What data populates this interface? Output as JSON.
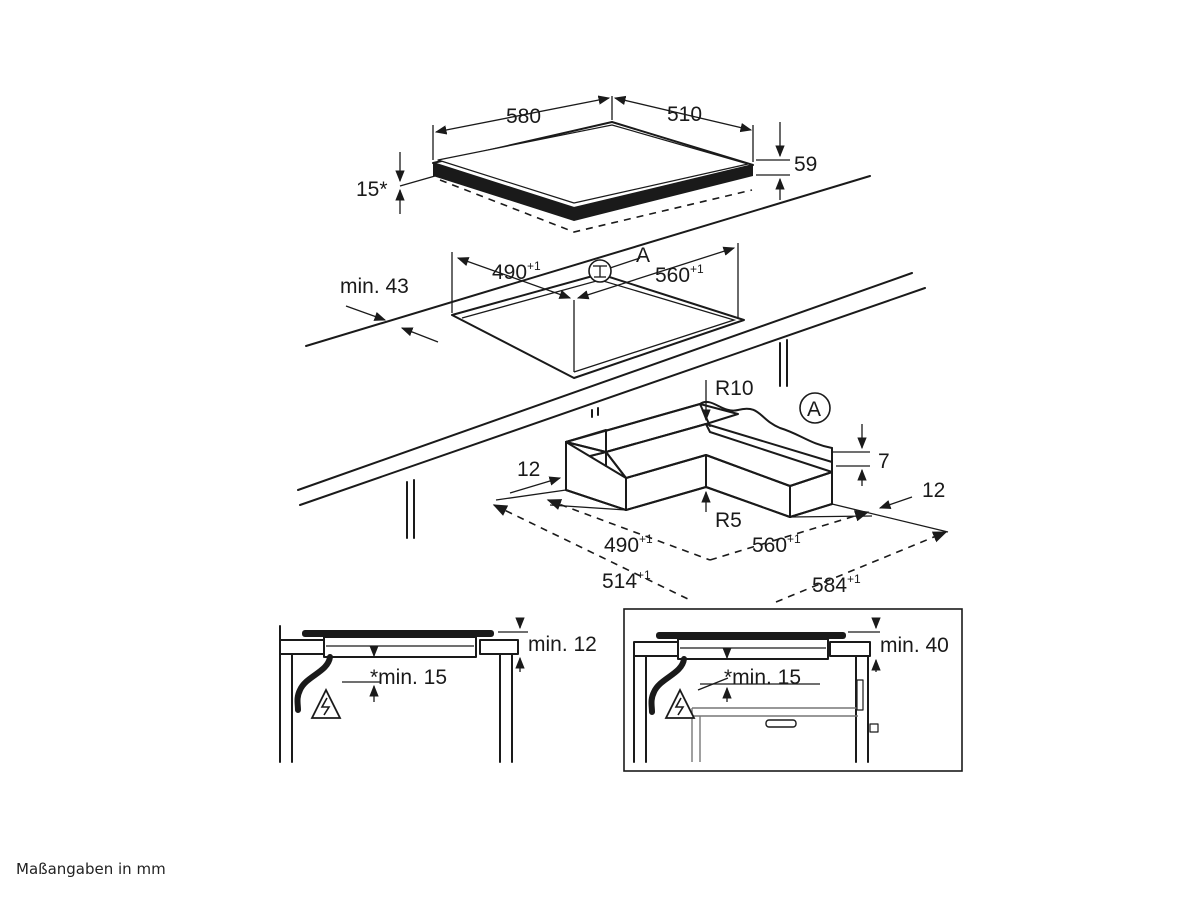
{
  "diagram": {
    "hob": {
      "width_label": "580",
      "depth_label": "510",
      "height_label": "59",
      "glass_label": "15*"
    },
    "cutout": {
      "width_label": "490",
      "width_sup": "+1",
      "depth_label": "560",
      "depth_sup": "+1",
      "edge_label": "min. 43",
      "marker_label": "A"
    },
    "detail_a": {
      "marker_label": "A",
      "radius_outer_label": "R10",
      "radius_inner_label": "R5",
      "step_label": "7",
      "ledge_left_label": "12",
      "ledge_right_label": "12",
      "inner_width_label": "490",
      "inner_width_sup": "+1",
      "inner_depth_label": "560",
      "inner_depth_sup": "+1",
      "outer_width_label": "514",
      "outer_width_sup": "+1",
      "outer_depth_label": "584",
      "outer_depth_sup": "+1"
    },
    "section_left": {
      "clearance_label": "min. 12",
      "bottom_label": "*min. 15"
    },
    "section_right": {
      "clearance_label": "min. 40",
      "bottom_label": "*min. 15"
    }
  },
  "footer": {
    "caption": "Maßangaben in mm"
  }
}
